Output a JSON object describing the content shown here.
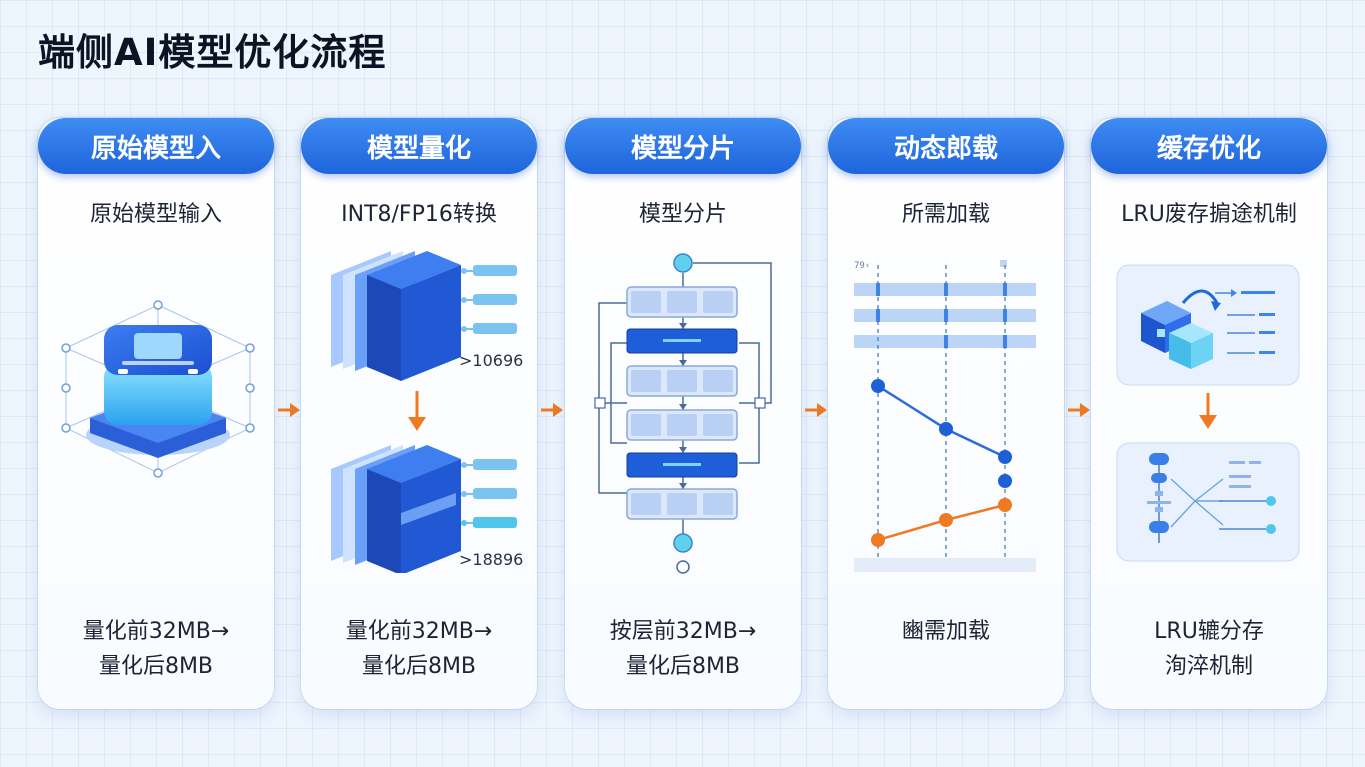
{
  "page": {
    "title": "端侧AI模型优化流程"
  },
  "steps": [
    {
      "header": "原始模型入",
      "subtitle": "原始模型输入",
      "footer_line1": "量化前32MB→",
      "footer_line2": "量化后8MB"
    },
    {
      "header": "模型量化",
      "subtitle": "INT8/FP16转换",
      "footer_line1": "量化前32MB→",
      "footer_line2": "量化后8MB",
      "label_top": ">10696",
      "label_bottom": ">18896"
    },
    {
      "header": "模型分片",
      "subtitle": "模型分片",
      "footer_line1": "按层前32MB→",
      "footer_line2": "量化后8MB"
    },
    {
      "header": "动态郎载",
      "subtitle": "所需加载",
      "footer_line1": "豳需加载",
      "footer_line2": "",
      "tick_label": "79‹"
    },
    {
      "header": "缓存优化",
      "subtitle": "LRU废存掮途机制",
      "footer_line1": "LRU辘分存",
      "footer_line2": "洵淬机制"
    }
  ],
  "colors": {
    "accent_blue": "#2870e8",
    "arrow_orange": "#f07a22",
    "cyan": "#5fd0ee"
  }
}
